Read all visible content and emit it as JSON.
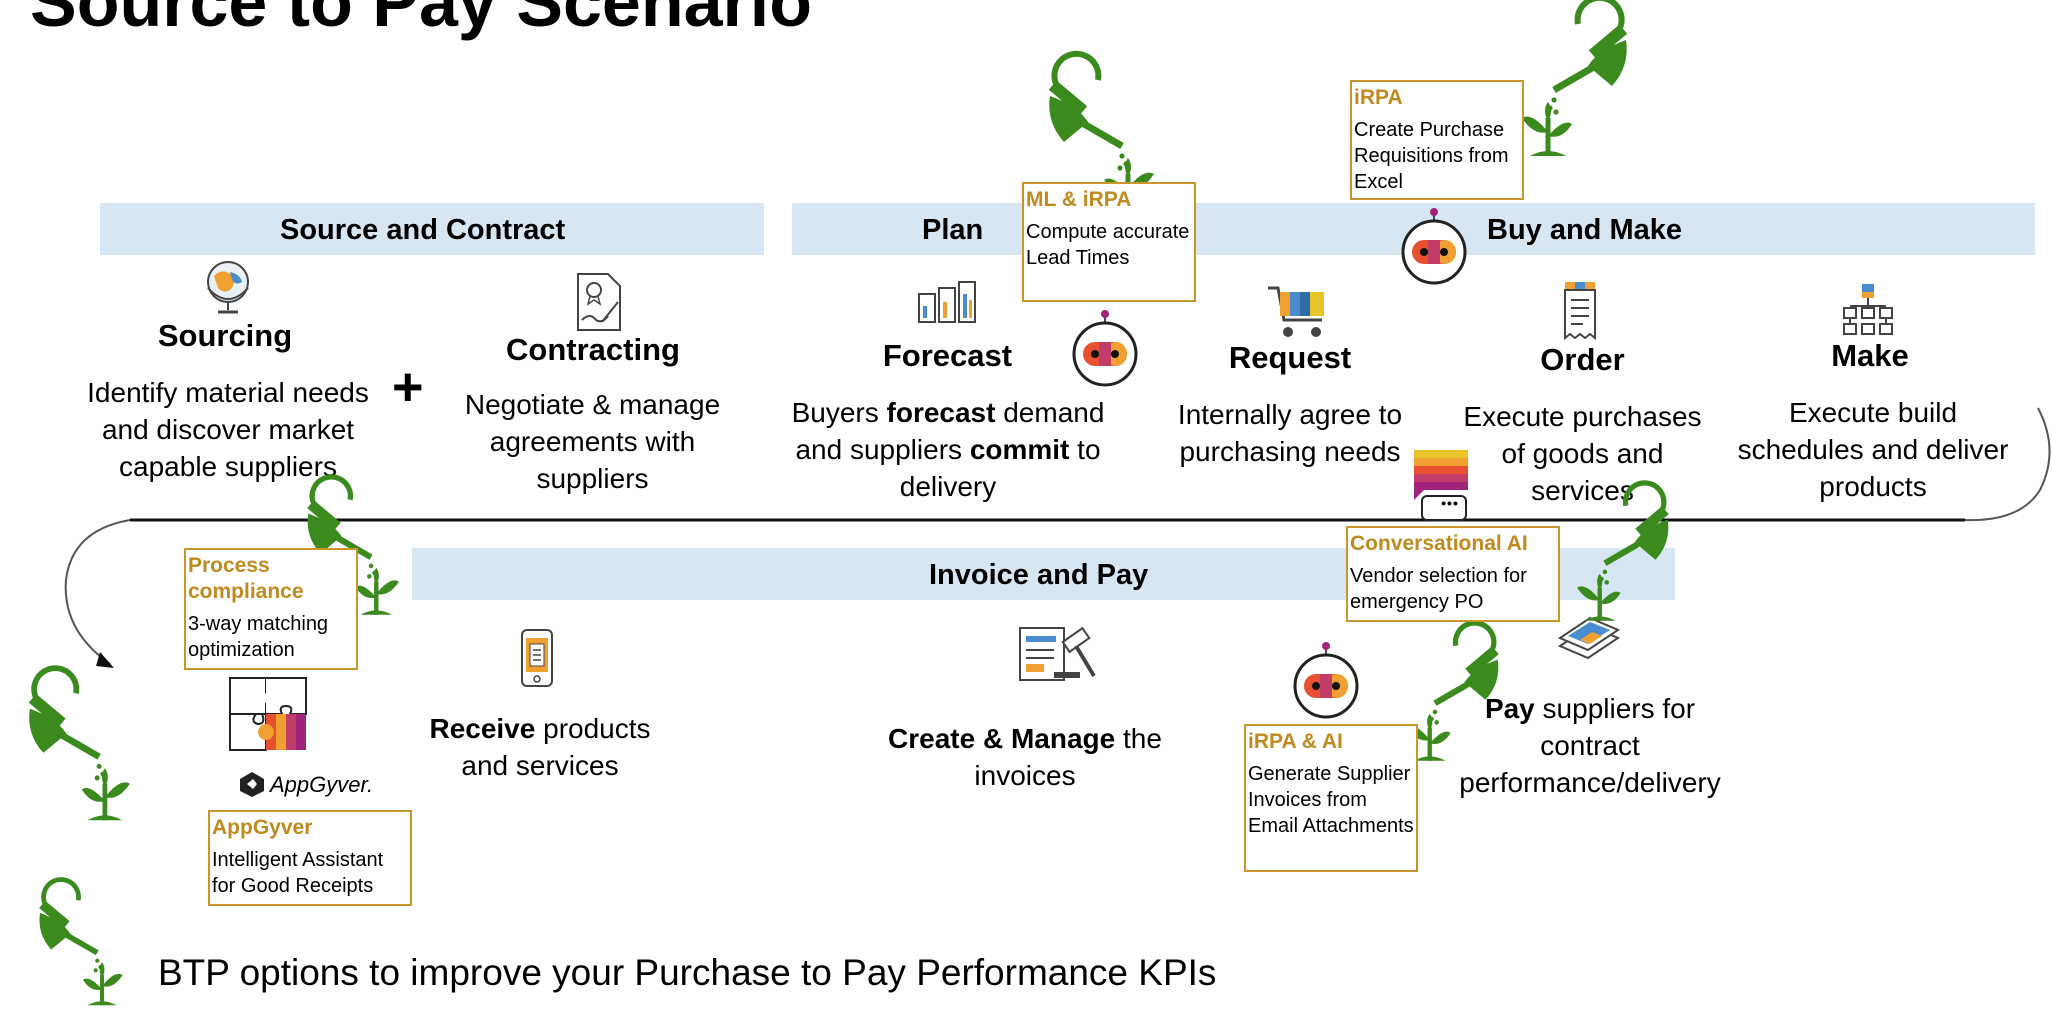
{
  "title": "Source to Pay Scenario",
  "bands": {
    "source_contract": "Source and Contract",
    "plan": "Plan",
    "buy_make": "Buy and Make",
    "invoice_pay": "Invoice and Pay"
  },
  "stages": {
    "sourcing": {
      "name": "Sourcing",
      "desc": "Identify material needs and discover market capable suppliers"
    },
    "contracting": {
      "name": "Contracting",
      "desc": "Negotiate & manage agreements with suppliers"
    },
    "forecast": {
      "name": "Forecast",
      "desc_1": "Buyers ",
      "desc_bold_1": "forecast",
      "desc_2": " demand and suppliers ",
      "desc_bold_2": "commit",
      "desc_3": " to delivery"
    },
    "request": {
      "name": "Request",
      "desc": "Internally agree to purchasing needs"
    },
    "order": {
      "name": "Order",
      "desc": "Execute purchases of goods and services"
    },
    "make": {
      "name": "Make",
      "desc": "Execute build schedules and deliver products"
    },
    "receive": {
      "bold": "Receive",
      "rest": " products and services"
    },
    "invoices": {
      "bold": "Create & Manage",
      "rest": " the invoices"
    },
    "pay": {
      "bold": "Pay",
      "rest": " suppliers for contract performance/delivery"
    }
  },
  "plus_sign": "+",
  "appgyver_logo": "AppGyver.",
  "chat_dots": "•••",
  "boxes": {
    "ml_irpa": {
      "heading": "ML & iRPA",
      "text": "Compute accurate Lead Times"
    },
    "irpa_excel": {
      "heading": "iRPA",
      "text": "Create Purchase Requisitions from Excel"
    },
    "process_compliance": {
      "heading": "Process compliance",
      "text": "3-way matching optimization"
    },
    "conversational_ai": {
      "heading": "Conversational AI",
      "text": "Vendor selection for emergency PO"
    },
    "irpa_ai": {
      "heading": "iRPA & AI",
      "text": "Generate Supplier Invoices from Email Attachments"
    },
    "appgyver": {
      "heading": "AppGyver",
      "text": "Intelligent Assistant for Good Receipts"
    }
  },
  "footer": "BTP options to improve your Purchase to Pay Performance KPIs",
  "icons": [
    "watering-can-plant-icon",
    "globe-icon",
    "contract-icon",
    "forecast-icon",
    "robot-icon",
    "cart-icon",
    "receipt-icon",
    "org-chart-icon",
    "chat-bubble-icon",
    "mobile-phone-icon",
    "invoice-gavel-icon",
    "banknotes-icon",
    "puzzle-icon",
    "appgyver-logo-icon"
  ],
  "colors": {
    "band": "#d6e6f3",
    "box_border": "#c9962a",
    "box_heading": "#c08a1e",
    "plant_green": "#3a8a1e"
  }
}
